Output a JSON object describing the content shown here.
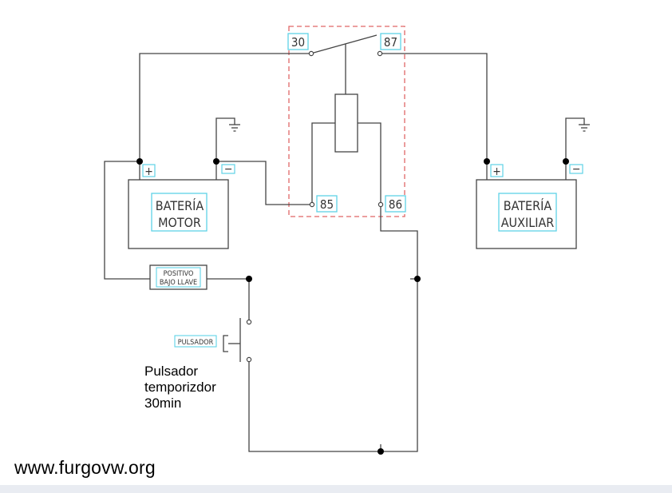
{
  "relay": {
    "pins": {
      "p30": "30",
      "p87": "87",
      "p85": "85",
      "p86": "86"
    },
    "box_color": "#e06666"
  },
  "battery_motor": {
    "line1": "BATERÍA",
    "line2": "MOTOR",
    "plus": "+",
    "minus": "−"
  },
  "battery_aux": {
    "line1": "BATERÍA",
    "line2": "AUXILIAR",
    "plus": "+",
    "minus": "−"
  },
  "fuse": {
    "line1": "POSITIVO",
    "line2": "BAJO LLAVE"
  },
  "switch": {
    "label": "PULSADOR"
  },
  "note": {
    "line1": "Pulsador",
    "line2": "temporizdor",
    "line3": "30min"
  },
  "watermark": "www.furgovw.org",
  "colors": {
    "wire": "#444444",
    "label_border": "#5fd3e6",
    "label_text": "#333333"
  }
}
